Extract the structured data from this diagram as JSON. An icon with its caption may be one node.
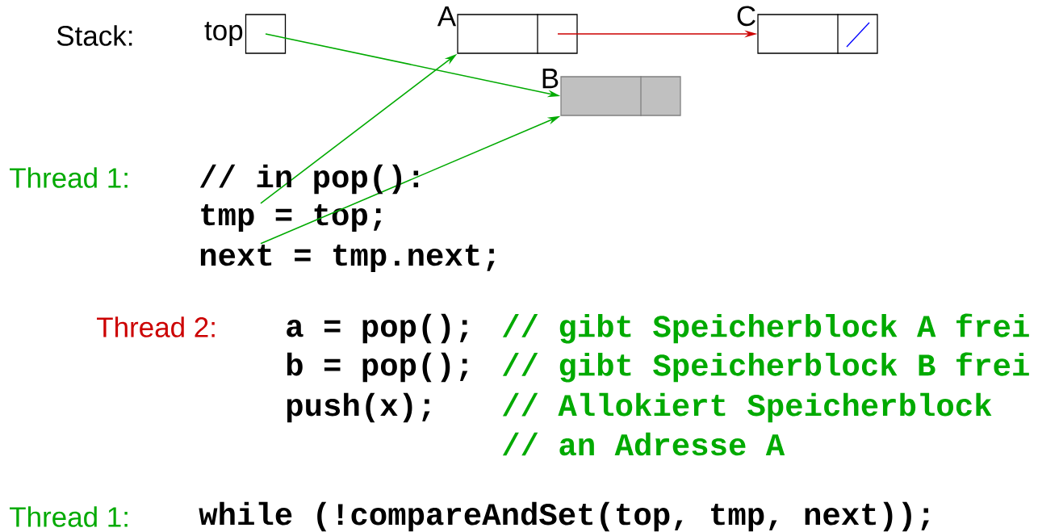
{
  "diagram": {
    "nodes": [
      {
        "text": [
          "top"
        ]
      },
      {
        "text": [
          "A"
        ]
      },
      {
        "text": [
          "C"
        ]
      },
      {
        "text": [
          "B"
        ]
      },
      {
        "text": [
          "tmp = top;"
        ]
      },
      {
        "text": [
          "next = tmp.next;"
        ]
      }
    ],
    "edges": [
      {
        "from": 0,
        "to": 3,
        "arrow": "to"
      },
      {
        "from": 4,
        "to": 1,
        "arrow": "to"
      },
      {
        "from": 5,
        "to": 3,
        "arrow": "to"
      },
      {
        "from": 1,
        "to": 2,
        "arrow": "to",
        "color": "#cc0000"
      }
    ],
    "labels": [
      "Stack:",
      "Thread 1:",
      "// in pop():",
      "Thread 2:",
      "a = pop();",
      "// gibt Speicherblock A frei",
      "b = pop();",
      "// gibt Speicherblock B frei",
      "push(x);",
      "// Allokiert Speicherblock",
      "// an Adresse A",
      "Thread 1:",
      "while (!compareAndSet(top, tmp, next));"
    ]
  }
}
